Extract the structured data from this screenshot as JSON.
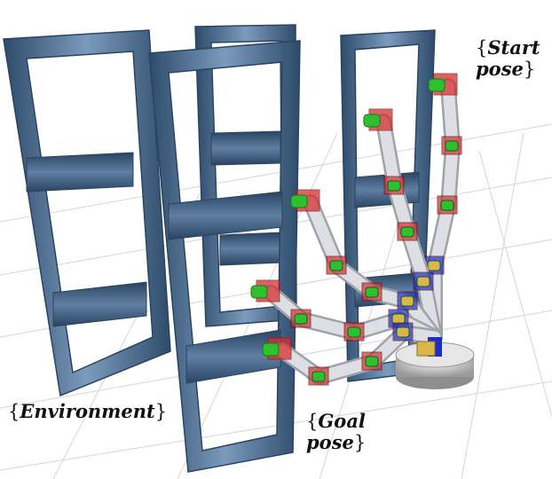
{
  "labels": {
    "start_line1": "Start",
    "start_line2": "pose",
    "environment": "Environment",
    "goal_line1": "Goal",
    "goal_line2": "pose"
  },
  "colors": {
    "frame": "#3f5f80",
    "frame_light": "#6f8fb0",
    "frame_dark": "#2a4462",
    "link_red": "#d23030",
    "link_green": "#2fbf2f",
    "link_blue": "#1b2fc8",
    "joint_gold": "#d9b64a",
    "robot_body": "#e4e6ea",
    "base_gray": "#b9b9b9",
    "grid": "#d5d5d5"
  }
}
